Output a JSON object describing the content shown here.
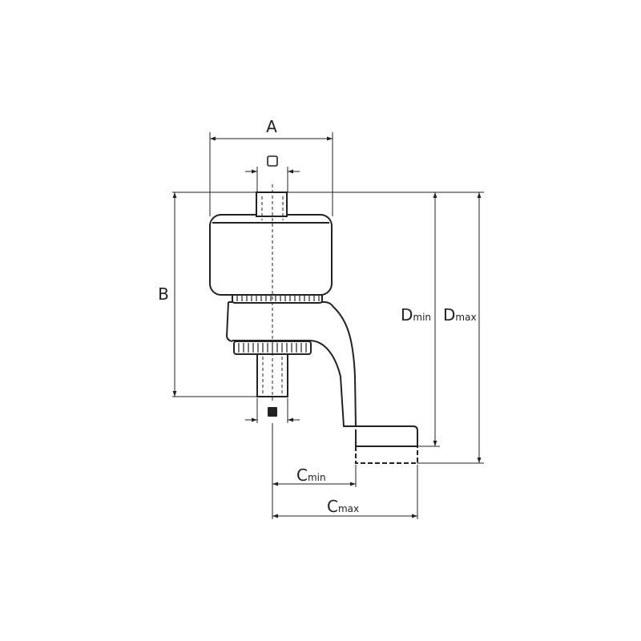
{
  "labels": {
    "a": "A",
    "b": "B",
    "c_min": "C",
    "c_min_sub": "min",
    "c_max": "C",
    "c_max_sub": "max",
    "d_min": "D",
    "d_min_sub": "min",
    "d_max": "D",
    "d_max_sub": "max"
  },
  "colors": {
    "stroke": "#222222",
    "background": "#ffffff"
  },
  "icons": {
    "input_square": "square-drive-outline-icon",
    "output_square": "square-drive-filled-icon"
  }
}
